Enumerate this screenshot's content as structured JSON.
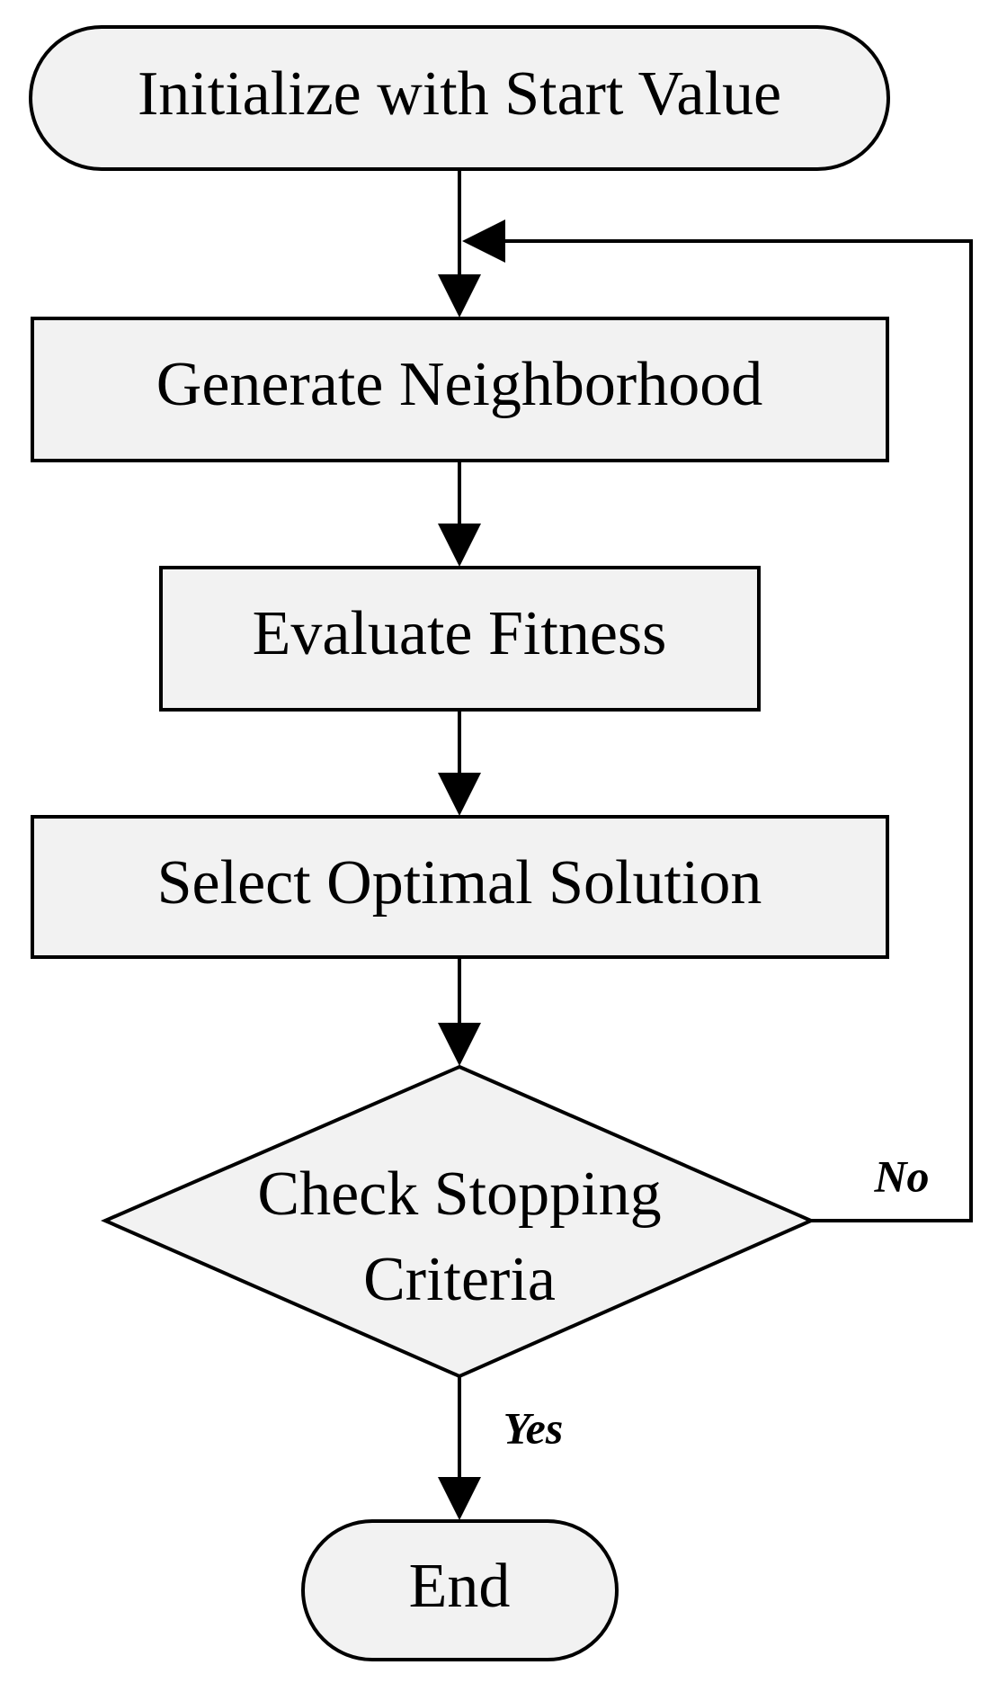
{
  "diagram": {
    "type": "flowchart",
    "nodes": {
      "start": {
        "shape": "terminator",
        "label": "Initialize with Start Value"
      },
      "generate": {
        "shape": "process",
        "label": "Generate Neighborhood"
      },
      "evaluate": {
        "shape": "process",
        "label": "Evaluate Fitness"
      },
      "select": {
        "shape": "process",
        "label": "Select Optimal Solution"
      },
      "check": {
        "shape": "decision",
        "label_line1": "Check Stopping",
        "label_line2": "Criteria"
      },
      "end": {
        "shape": "terminator",
        "label": "End"
      }
    },
    "edges": [
      {
        "from": "start",
        "to": "generate",
        "label": ""
      },
      {
        "from": "generate",
        "to": "evaluate",
        "label": ""
      },
      {
        "from": "evaluate",
        "to": "select",
        "label": ""
      },
      {
        "from": "select",
        "to": "check",
        "label": ""
      },
      {
        "from": "check",
        "to": "generate",
        "label": "No"
      },
      {
        "from": "check",
        "to": "end",
        "label": "Yes"
      }
    ],
    "edge_labels": {
      "no": "No",
      "yes": "Yes"
    }
  },
  "colors": {
    "node_fill": "#f2f2f2",
    "stroke": "#000000",
    "background": "#ffffff"
  }
}
